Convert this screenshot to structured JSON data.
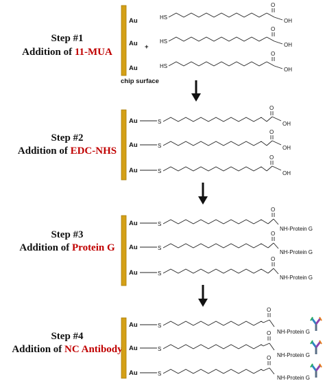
{
  "colors": {
    "gold": "#d4a017",
    "gold_dark": "#a87b05",
    "highlight": "#c00000",
    "ink": "#111111"
  },
  "steps": [
    {
      "line1": "Step #1",
      "prefix": "Addition of ",
      "reagent": "11-MUA"
    },
    {
      "line1": "Step #2",
      "prefix": "Addition of ",
      "reagent": "EDC-NHS"
    },
    {
      "line1": "Step #3",
      "prefix": "Addition of ",
      "reagent": "Protein G"
    },
    {
      "line1": "Step #4",
      "prefix": "Addition of ",
      "reagent": "NC Antibody"
    }
  ],
  "labels": {
    "au": "Au",
    "hs": "HS",
    "s": "S",
    "o": "O",
    "oh": "OH",
    "nh_protein_g": "NH-Protein G",
    "plus": "+",
    "chip_surface": "chip surface"
  },
  "icons": {
    "arrow": "down-arrow-icon",
    "antibody": "antibody-icon"
  }
}
